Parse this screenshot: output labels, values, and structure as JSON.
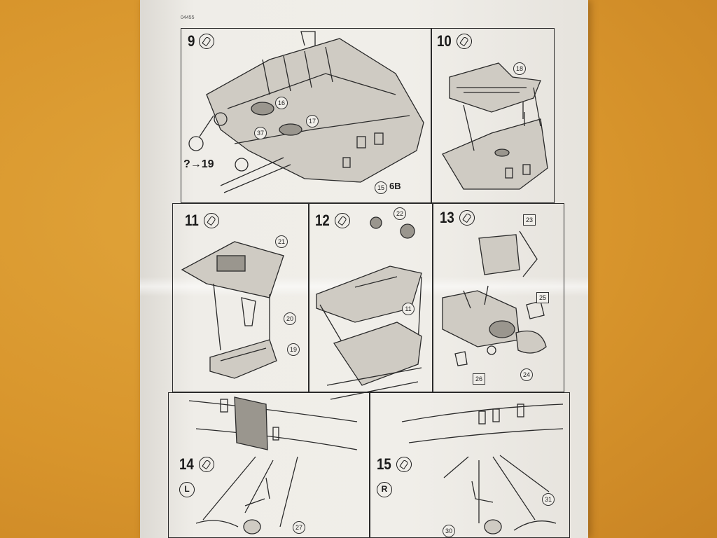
{
  "document_code": "04455",
  "steps": [
    {
      "number": "9",
      "parts": [
        "16",
        "17",
        "37",
        "15"
      ],
      "reference": "?→19",
      "sub_label": "6B"
    },
    {
      "number": "10",
      "parts": [
        "18"
      ]
    },
    {
      "number": "11",
      "parts": [
        "21",
        "20",
        "19"
      ]
    },
    {
      "number": "12",
      "parts": [
        "22",
        "11"
      ]
    },
    {
      "number": "13",
      "parts": [
        "23",
        "25",
        "24",
        "26"
      ]
    },
    {
      "number": "14",
      "side": "L",
      "parts": [
        "27"
      ]
    },
    {
      "number": "15",
      "side": "R",
      "parts": [
        "31",
        "30"
      ]
    }
  ]
}
